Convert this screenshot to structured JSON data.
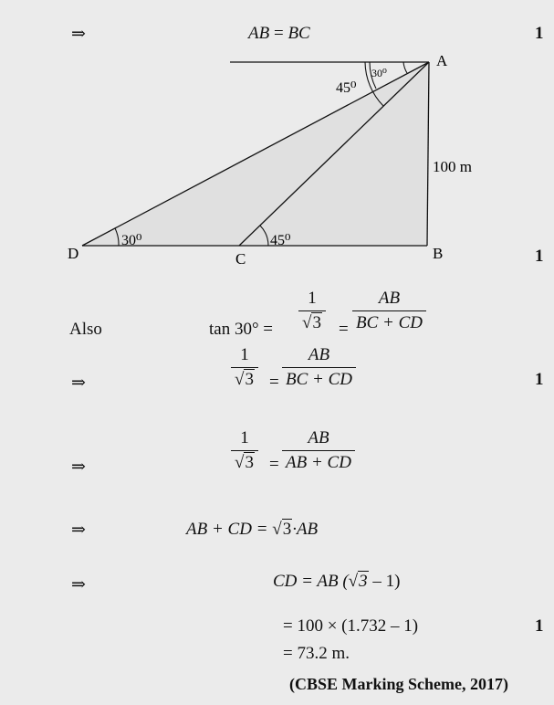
{
  "arrow": "⇒",
  "row1": {
    "lhs": "AB",
    "eq": "=",
    "rhs": "BC",
    "mark": "1"
  },
  "diagram": {
    "A": "A",
    "B": "B",
    "C": "C",
    "D": "D",
    "height": "100 m",
    "angle_A_small": "30⁰",
    "angle_A_large": "45⁰",
    "angle_D": "30⁰",
    "angle_C": "45⁰",
    "mark": "1"
  },
  "also": {
    "label": "Also",
    "lhs": "tan 30° =",
    "num1": "1",
    "sqrt_den": "3",
    "eq": "=",
    "num2": "AB",
    "den2": "BC + CD"
  },
  "step2": {
    "num1": "1",
    "sqrt_den": "3",
    "eq": "=",
    "num2": "AB",
    "den2": "BC + CD",
    "mark": "1"
  },
  "step3": {
    "num1": "1",
    "sqrt_den": "3",
    "eq": "=",
    "num2": "AB",
    "den2": "AB + CD"
  },
  "step4": {
    "lhs": "AB + CD =",
    "sqrt": "3",
    "rhs": "·AB"
  },
  "step5": {
    "lhs": "CD = AB",
    "paren_open": "(",
    "sqrt": "3",
    "rest": " – 1)"
  },
  "step6": {
    "text": "= 100 × (1.732 – 1)",
    "mark": "1"
  },
  "step7": {
    "text": "= 73.2 m."
  },
  "source": "(CBSE Marking Scheme, 2017)"
}
